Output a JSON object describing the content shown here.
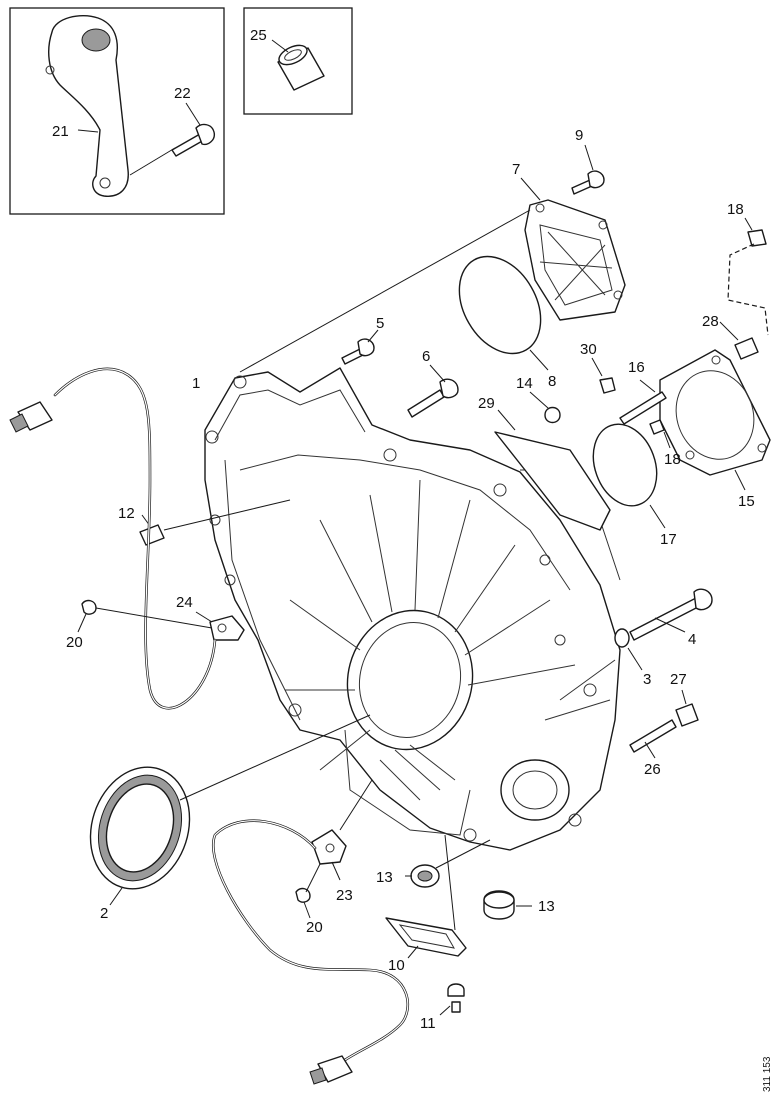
{
  "drawing_reference": "311 153",
  "callouts": {
    "c1": "1",
    "c2": "2",
    "c3": "3",
    "c4": "4",
    "c5": "5",
    "c6": "6",
    "c7": "7",
    "c8": "8",
    "c9": "9",
    "c10": "10",
    "c11": "11",
    "c12": "12",
    "c13a": "13",
    "c13b": "13",
    "c14": "14",
    "c15": "15",
    "c16": "16",
    "c17": "17",
    "c18a": "18",
    "c18b": "18",
    "c20a": "20",
    "c20b": "20",
    "c21": "21",
    "c22": "22",
    "c23": "23",
    "c24": "24",
    "c25": "25",
    "c26": "26",
    "c27": "27",
    "c28": "28",
    "c29": "29",
    "c30": "30"
  }
}
